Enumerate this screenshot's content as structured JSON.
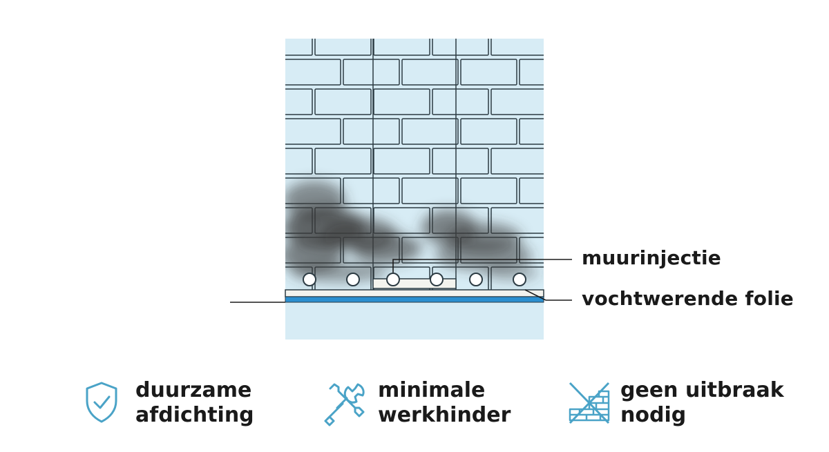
{
  "labels": {
    "injection": "muurinjectie",
    "membrane": "vochtwerende folie"
  },
  "features": [
    {
      "icon": "shield-check-icon",
      "line1": "duurzame",
      "line2": "afdichting"
    },
    {
      "icon": "wrench-screwdriver-icon",
      "line1": "minimale",
      "line2": "werkhinder"
    },
    {
      "icon": "crossed-out-brick-wall-icon",
      "line1": "geen uitbraak",
      "line2": "nodig"
    }
  ],
  "colors": {
    "brick_fill": "#d7ecf5",
    "outline": "#2b3a42",
    "membrane": "#2b8fd0",
    "icon": "#4aa3c7",
    "damp": "#3c3c3c"
  }
}
